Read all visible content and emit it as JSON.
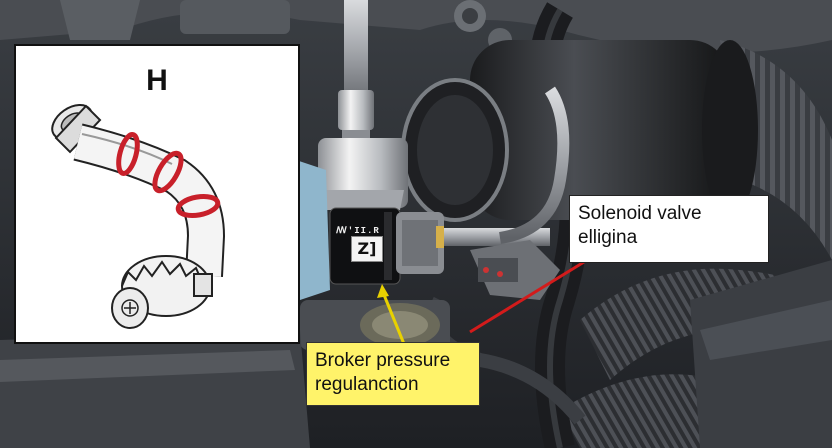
{
  "inset": {
    "letter": "H"
  },
  "callouts": {
    "solenoid": {
      "line1": "Solenoid valve",
      "line2": "elligina"
    },
    "broker": {
      "line1": "Broker pressure",
      "line2": "regulanction"
    }
  },
  "filter": {
    "label_top": "ꟿ'II.R",
    "label_main": "Z]"
  },
  "colors": {
    "callout_yellow": "#fff36a",
    "leader_yellow": "#e8d100",
    "leader_red": "#d31b1b",
    "inset_ring_red": "#c8202a"
  }
}
